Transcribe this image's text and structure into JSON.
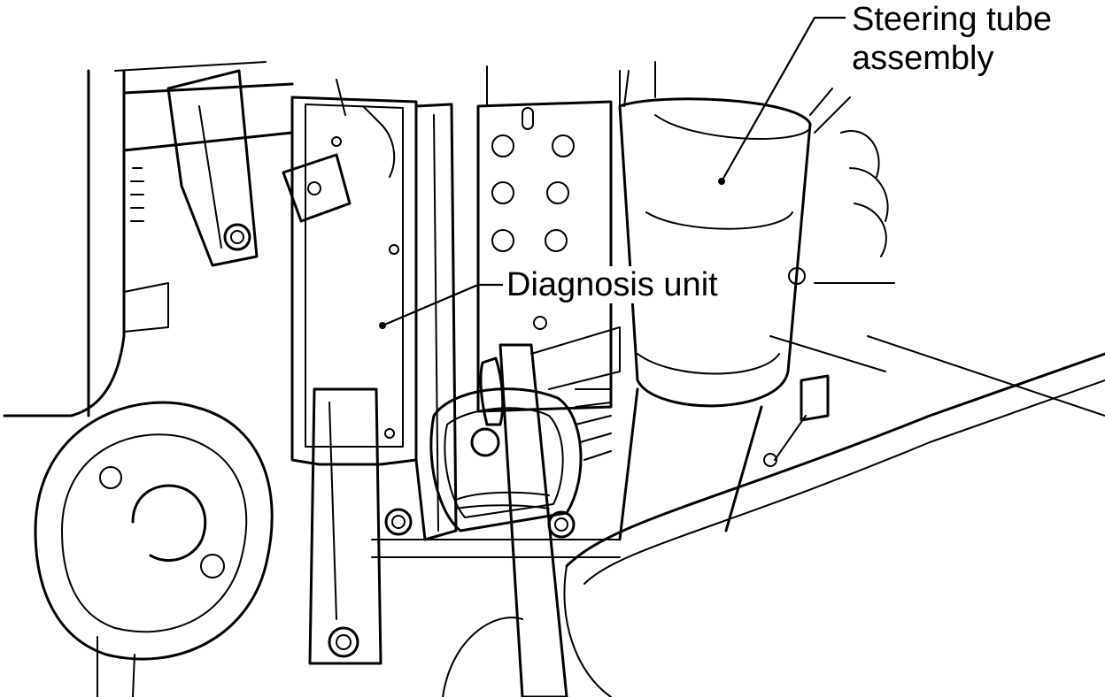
{
  "labels": {
    "steering_tube": [
      "Steering tube",
      "assembly"
    ],
    "diagnosis_unit": "Diagnosis unit"
  },
  "colors": {
    "ink": "#000000",
    "paper": "#ffffff"
  }
}
